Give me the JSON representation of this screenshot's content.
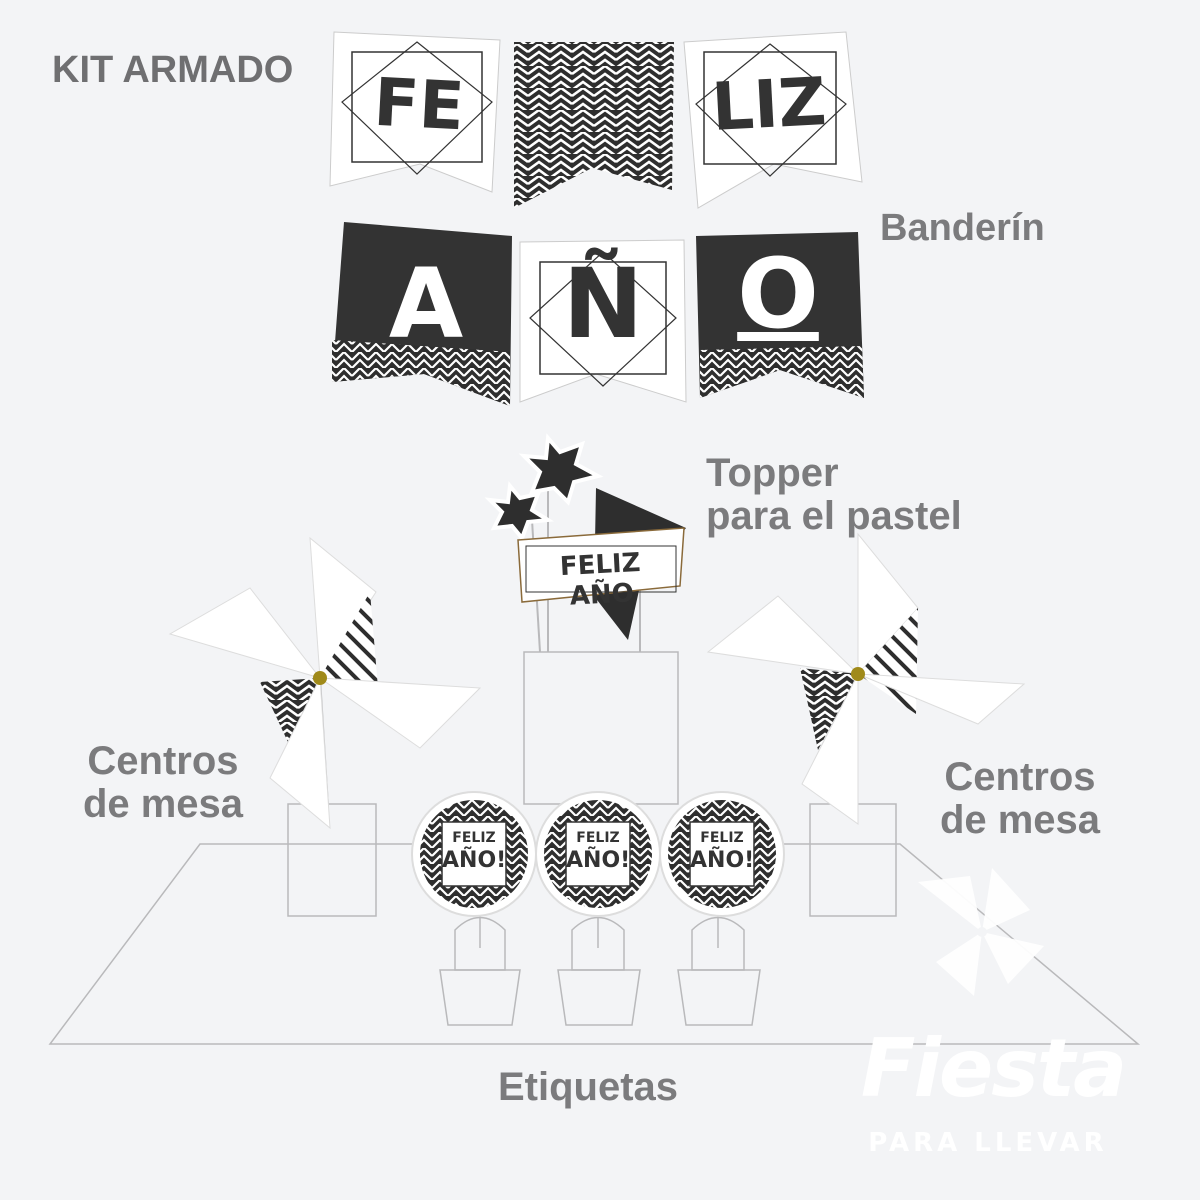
{
  "header": {
    "kit_label": "KIT ARMADO"
  },
  "banner": {
    "label": "Banderín",
    "row1": [
      "FE",
      "",
      "LIZ"
    ],
    "row2": [
      "A",
      "Ñ",
      "O"
    ]
  },
  "topper": {
    "label_line1": "Topper",
    "label_line2": "para el pastel",
    "sign_text": "FELIZ AÑO"
  },
  "centerpieces": {
    "left_line1": "Centros",
    "left_line2": "de mesa",
    "right_line1": "Centros",
    "right_line2": "de mesa"
  },
  "labels": {
    "caption": "Etiquetas",
    "tag_line1": "FELIZ",
    "tag_line2": "AÑO!"
  },
  "brand": {
    "name": "Fiesta",
    "tagline": "PARA LLEVAR"
  },
  "colors": {
    "background": "#f3f4f6",
    "dark": "#333333",
    "gray_text": "#7b7b7d",
    "gold": "#a08a1a",
    "line": "#b9b9bb"
  }
}
